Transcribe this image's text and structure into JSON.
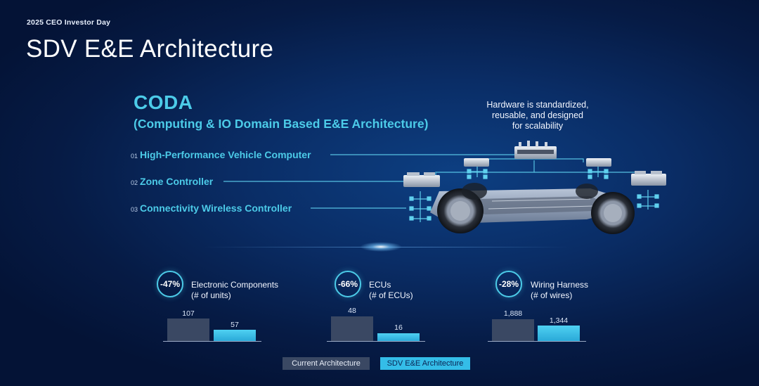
{
  "header": {
    "eyebrow": "2025 CEO Investor Day",
    "title": "SDV E&E Architecture"
  },
  "coda": {
    "title": "CODA",
    "subtitle": "(Computing & IO Domain Based E&E Architecture)",
    "hardware_note_lines": [
      "Hardware is standardized,",
      "reusable, and designed",
      "for scalability"
    ]
  },
  "components": [
    {
      "num": "01",
      "label": "High-Performance Vehicle Computer"
    },
    {
      "num": "02",
      "label": "Zone Controller"
    },
    {
      "num": "03",
      "label": "Connectivity Wireless Controller"
    }
  ],
  "stats": [
    {
      "pct": "-47%",
      "label_line1": "Electronic Components",
      "label_line2": "(# of units)",
      "current": "107",
      "sdv": "57",
      "current_value": 107,
      "sdv_value": 57
    },
    {
      "pct": "-66%",
      "label_line1": "ECUs",
      "label_line2": "(# of ECUs)",
      "current": "48",
      "sdv": "16",
      "current_value": 48,
      "sdv_value": 16
    },
    {
      "pct": "-28%",
      "label_line1": "Wiring Harness",
      "label_line2": "(# of wires)",
      "current": "1,888",
      "sdv": "1,344",
      "current_value": 1888,
      "sdv_value": 1344
    }
  ],
  "legend": {
    "current": "Current Architecture",
    "sdv": "SDV E&E Architecture"
  },
  "colors": {
    "accent": "#4ccbe8",
    "current_bar": "#3a4863",
    "sdv_bar": "#34bde8"
  }
}
